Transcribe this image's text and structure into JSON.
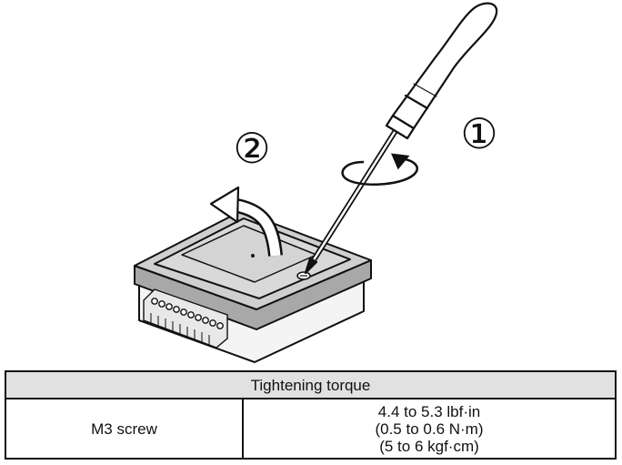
{
  "steps": {
    "step1": "①",
    "step2": "②"
  },
  "table": {
    "header": "Tightening torque",
    "rows": [
      {
        "item": "M3 screw",
        "values": [
          "4.4 to 5.3 lbf·in",
          "(0.5 to 0.6 N·m)",
          "(5 to 6 kgf·cm)"
        ]
      }
    ]
  },
  "colors": {
    "line": "#111111",
    "header_fill": "#e1e1e1",
    "device_body": "#f4f4f4",
    "device_band": "#a8a8a8",
    "cover": "#d9d9d9"
  }
}
